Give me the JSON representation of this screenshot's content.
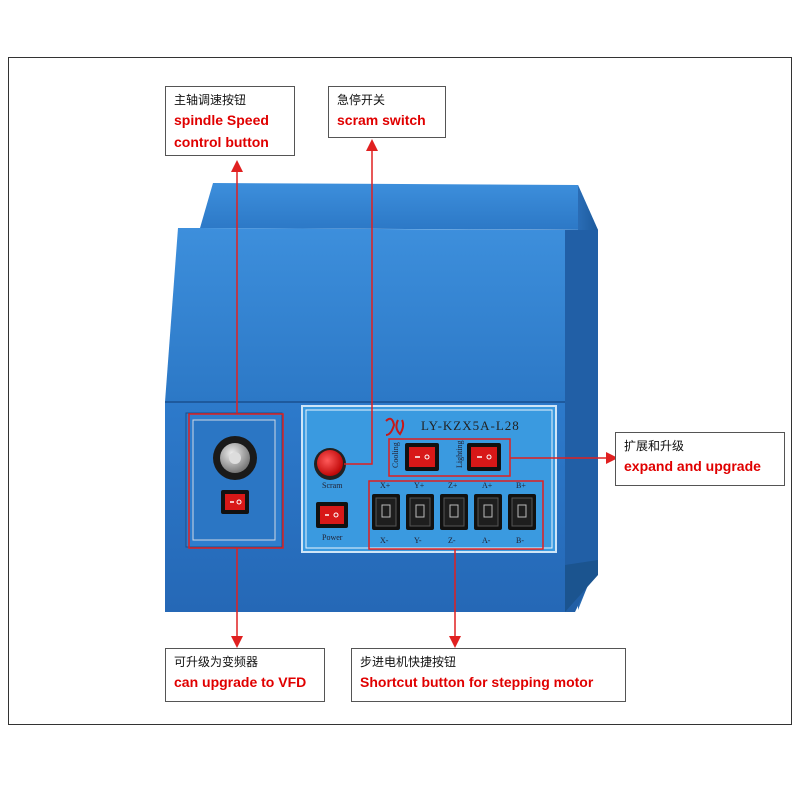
{
  "callouts": {
    "spindle": {
      "cn": "主轴调速按钮",
      "en_line1": "spindle Speed",
      "en_line2": "control button"
    },
    "scram": {
      "cn": "急停开关",
      "en": "scram switch"
    },
    "expand": {
      "cn": "扩展和升级",
      "en": "expand and upgrade"
    },
    "vfd": {
      "cn": "可升级为变频器",
      "en": "can upgrade to VFD"
    },
    "stepping": {
      "cn": "步进电机快捷按钮",
      "en": "Shortcut button for stepping motor"
    }
  },
  "panel": {
    "model": "LY-KZX5A-L28",
    "scram_label": "Scram",
    "power_label": "Power",
    "cooling_label": "Cooling",
    "lighting_label": "Lighting",
    "axis_top": [
      "X+",
      "Y+",
      "Z+",
      "A+",
      "B+"
    ],
    "axis_bottom": [
      "X-",
      "Y-",
      "Z-",
      "A-",
      "B-"
    ]
  },
  "colors": {
    "case_blue": "#2f7fd0",
    "panel_light_blue": "#3a9ae0",
    "switch_red": "#d81818",
    "callout_red": "#e00000",
    "arrow_red": "#e02020"
  }
}
